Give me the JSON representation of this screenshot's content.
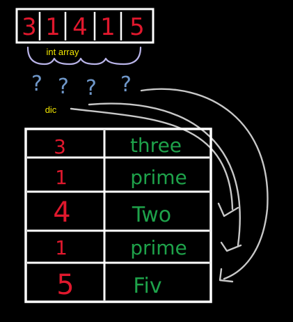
{
  "array": {
    "values": [
      "3",
      "1",
      "4",
      "1",
      "5"
    ],
    "label": "int array"
  },
  "question_marks": [
    "?",
    "?",
    "?",
    "?"
  ],
  "dic_label": "dic",
  "table": {
    "rows": [
      {
        "key": "3",
        "value": "three"
      },
      {
        "key": "1",
        "value": "prime"
      },
      {
        "key": "4",
        "value": "Two"
      },
      {
        "key": "1",
        "value": "prime"
      },
      {
        "key": "5",
        "value": "Fiv"
      }
    ]
  },
  "colors": {
    "background": "#000000",
    "box_stroke": "#ffffff",
    "key_text": "#e0182d",
    "value_text": "#1ea24a",
    "label_text": "#f2e600",
    "brace": "#b9b4e8",
    "question": "#6f97c9",
    "arrow": "#c8c8c8"
  }
}
